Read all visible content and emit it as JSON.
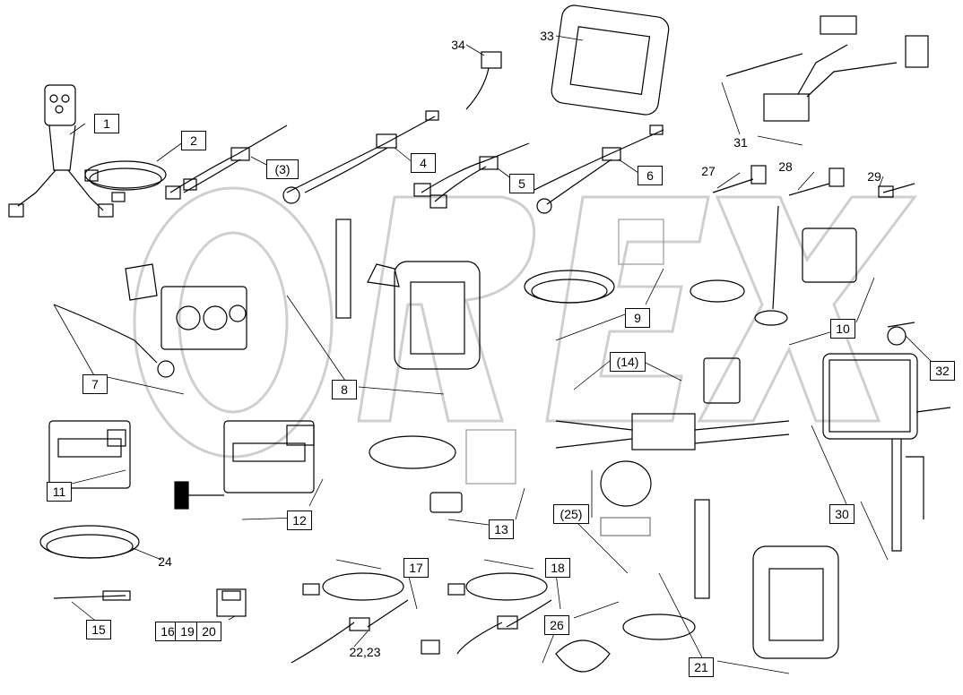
{
  "watermark": "OREX",
  "callouts": {
    "c1": "1",
    "c2": "2",
    "c3": "(3)",
    "c4": "4",
    "c5": "5",
    "c6": "6",
    "c7": "7",
    "c8": "8",
    "c9": "9",
    "c10": "10",
    "c11": "11",
    "c12": "12",
    "c13": "13",
    "c14": "(14)",
    "c15": "15",
    "c16": "16",
    "c17": "17",
    "c18": "18",
    "c19": "19",
    "c20": "20",
    "c21": "21",
    "c22": "22,23",
    "c24": "24",
    "c25": "(25)",
    "c26": "26",
    "c27": "27",
    "c28": "28",
    "c29": "29",
    "c30": "30",
    "c31": "31",
    "c32": "32",
    "c33": "33",
    "c34": "34"
  },
  "colors": {
    "line": "#000000",
    "watermark": "#cfcfcf",
    "background": "#ffffff"
  }
}
